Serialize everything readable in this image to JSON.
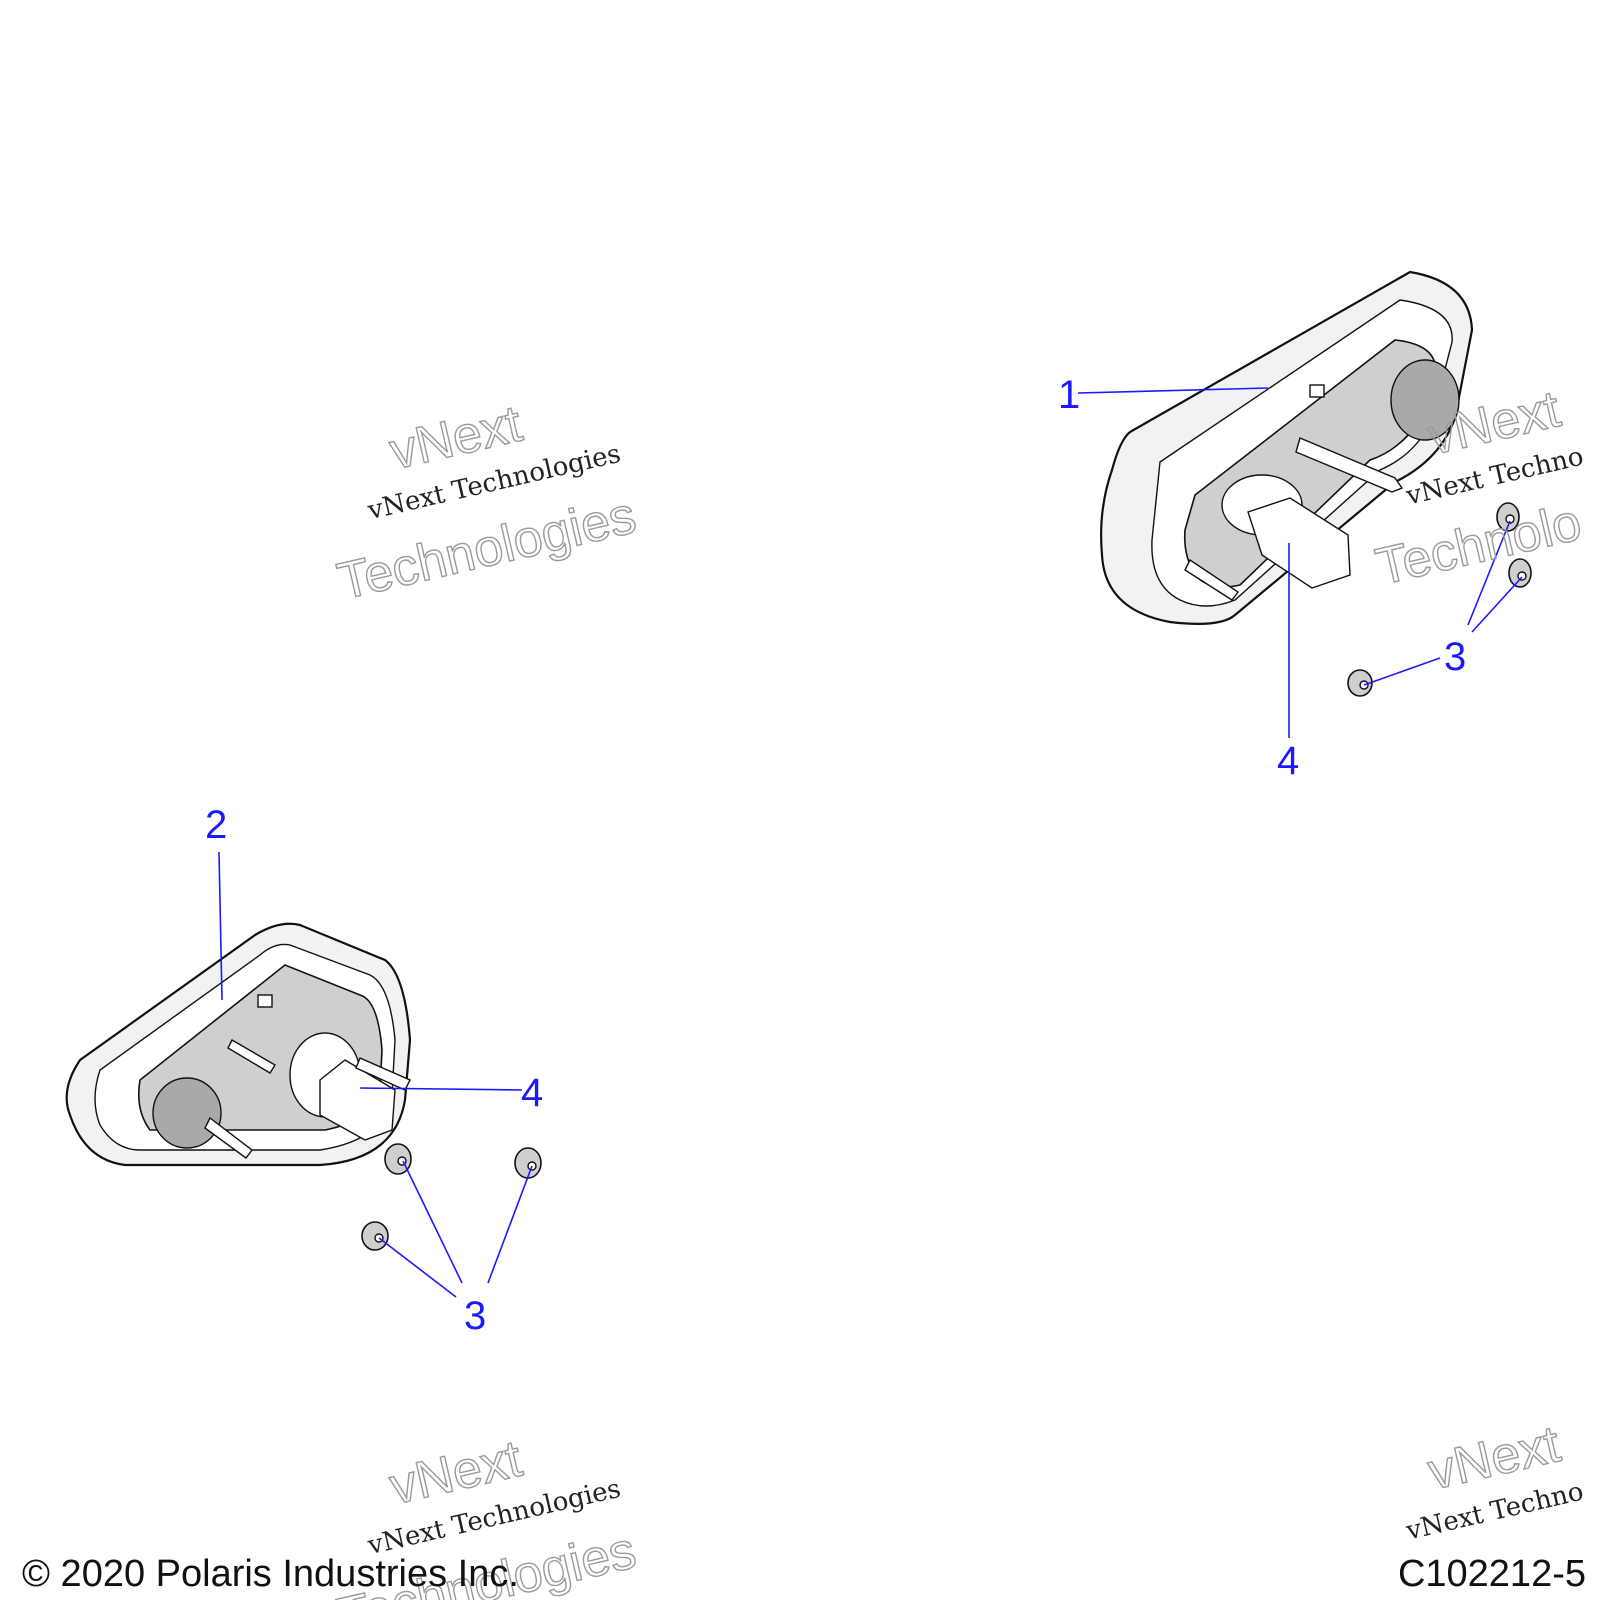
{
  "callouts": {
    "c1": "1",
    "c2": "2",
    "c3_top": "3",
    "c3_bottom": "3",
    "c4_top": "4",
    "c4_bottom": "4"
  },
  "watermark": {
    "script": "vNext Technologies",
    "outline_top": "vNext",
    "outline_bottom": "Technologies",
    "script_cut": "vNext Techno",
    "outline_top_cut": "vNext",
    "outline_bottom_cut": "Technolo"
  },
  "footer": {
    "copyright": "© 2020 Polaris Industries Inc.",
    "figure_code": "C102212-5"
  },
  "colors": {
    "callout": "#1a1aff",
    "line": "#111111"
  }
}
